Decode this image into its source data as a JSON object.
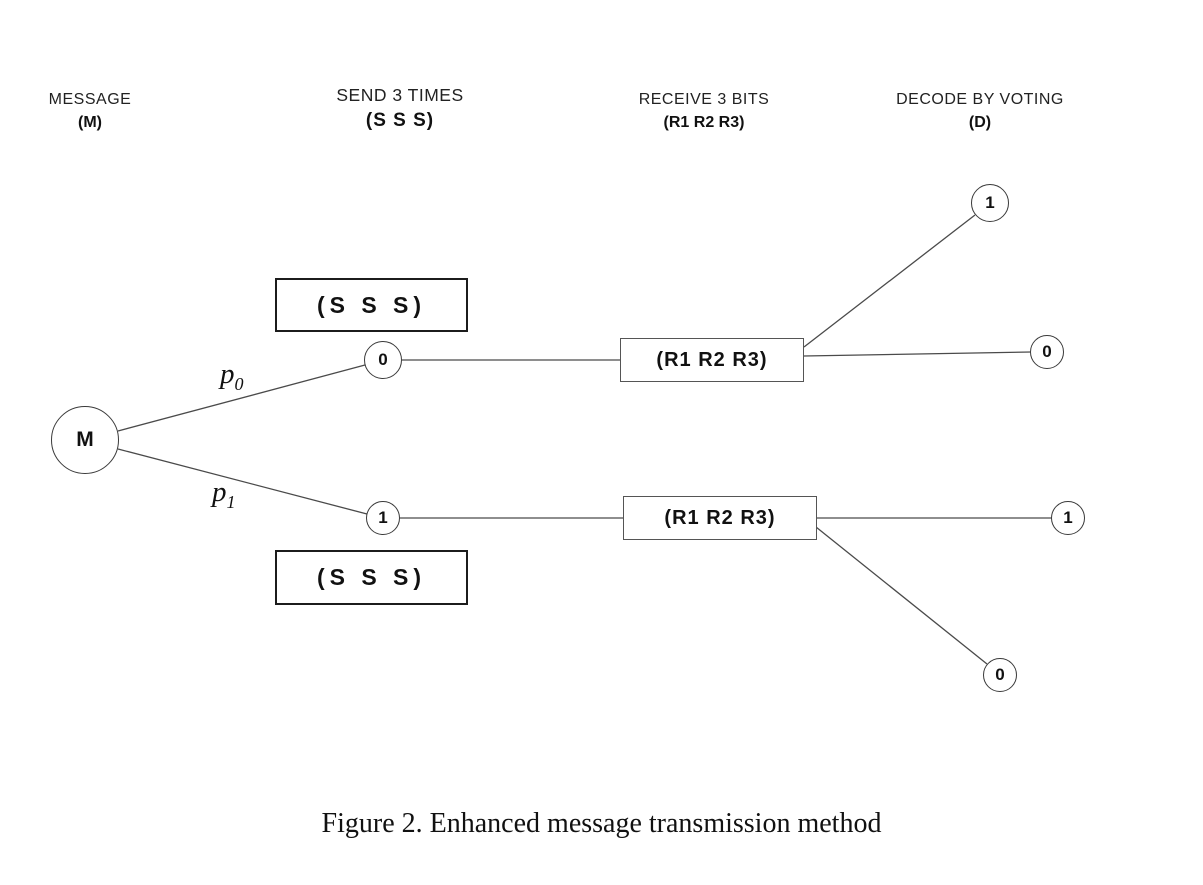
{
  "headers": [
    {
      "line1": "MESSAGE",
      "line2": "(M)"
    },
    {
      "line1": "SEND 3 TIMES",
      "line2": "(S S S)"
    },
    {
      "line1": "RECEIVE 3 BITS",
      "line2": "(R1 R2 R3)"
    },
    {
      "line1": "DECODE BY VOTING",
      "line2": "(D)"
    }
  ],
  "nodes": {
    "message": "M",
    "send_0": "0",
    "send_1": "1",
    "decode_top_1": "1",
    "decode_top_0": "0",
    "decode_bottom_1": "1",
    "decode_bottom_0": "0"
  },
  "boxes": {
    "sss_top": "(S S S)",
    "sss_bottom": "(S S S)",
    "receive_top": "(R1 R2 R3)",
    "receive_bottom": "(R1 R2 R3)"
  },
  "edge_labels": {
    "p0": {
      "base": "p",
      "sub": "0"
    },
    "p1": {
      "base": "p",
      "sub": "1"
    }
  },
  "caption": "Figure 2. Enhanced message transmission method",
  "colors": {
    "line": "#4a4a4a",
    "text": "#111111",
    "background": "#ffffff"
  }
}
